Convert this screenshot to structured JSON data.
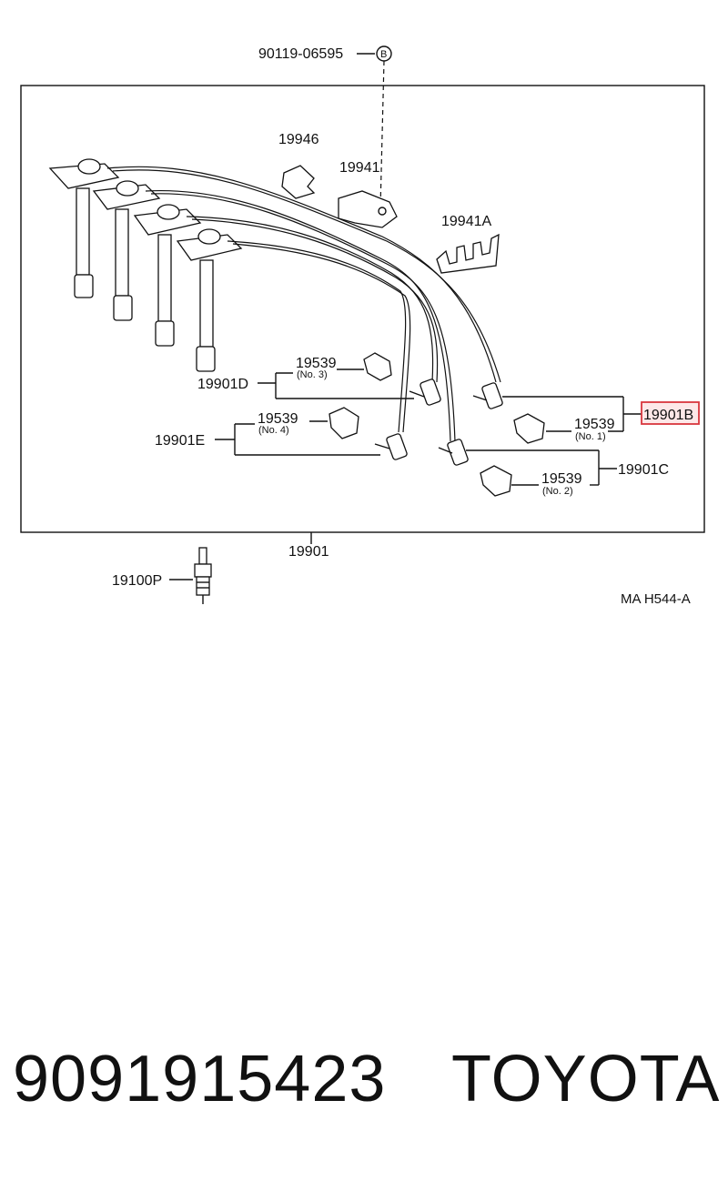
{
  "callouts": {
    "bolt": "90119-06595",
    "bolt_marker": "B",
    "clamp_19946": "19946",
    "clamp_19941": "19941",
    "clamp_19941a": "19941A",
    "cord_d": "19901D",
    "cord_e": "19901E",
    "cord_b": "19901B",
    "cord_c": "19901C",
    "cord_set": "19901",
    "spark_plug": "19100P",
    "cap_no3": "19539",
    "cap_no3_sub": "(No. 3)",
    "cap_no4": "19539",
    "cap_no4_sub": "(No. 4)",
    "cap_no1": "19539",
    "cap_no1_sub": "(No. 1)",
    "cap_no2": "19539",
    "cap_no2_sub": "(No. 2)",
    "ref_code": "MA H544-A"
  },
  "highlight_color": "#d9363e",
  "footer": {
    "part_number": "9091915423",
    "brand": "TOYOTA"
  }
}
